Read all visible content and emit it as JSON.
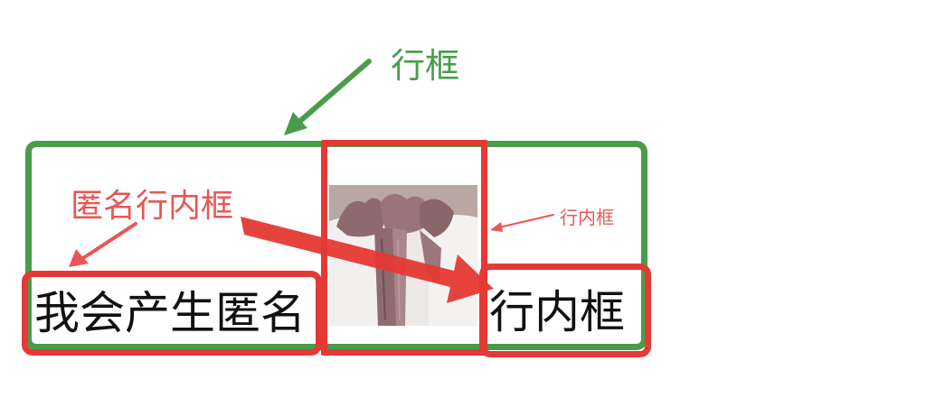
{
  "labels": {
    "line_box": "行框",
    "anonymous_inline_box": "匿名行内框",
    "inline_box_small": "行内框"
  },
  "content": {
    "anonymous_text": "我会产生匿名",
    "named_text": "行内框"
  },
  "colors": {
    "line_box": "#4a9c4a",
    "inline_box": "#e53935",
    "label_red": "#e85656",
    "text": "#111111"
  }
}
